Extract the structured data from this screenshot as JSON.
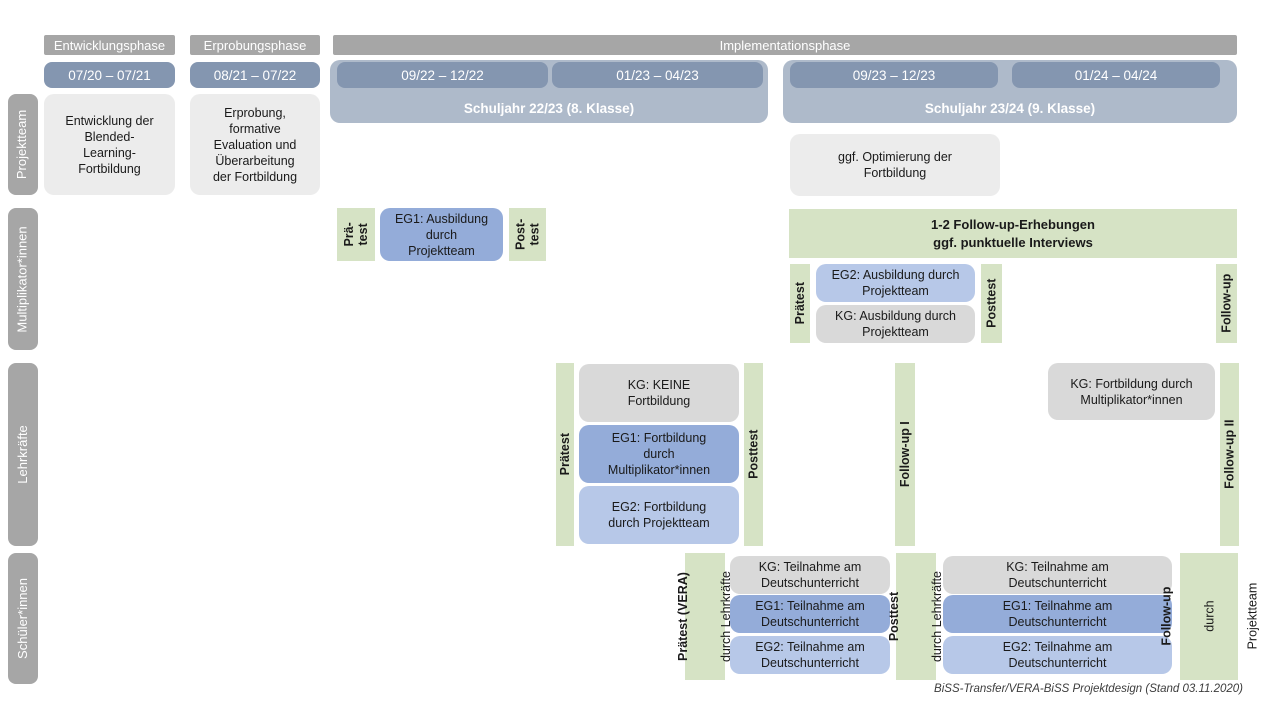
{
  "phases": {
    "entwicklung_label": "Entwicklungsphase",
    "erprobung_label": "Erprobungsphase",
    "implementation_label": "Implementationsphase",
    "date1": "07/20 – 07/21",
    "date2": "08/21 – 07/22",
    "date3": "09/22 – 12/22",
    "date4": "01/23 – 04/23",
    "date5": "09/23 – 12/23",
    "date6": "01/24 – 04/24",
    "schuljahr1": "Schuljahr 22/23 (8. Klasse)",
    "schuljahr2": "Schuljahr 23/24 (9. Klasse)"
  },
  "row_labels": {
    "projektteam": "Projektteam",
    "multiplikator": "Multiplikator*innen",
    "lehrkraefte": "Lehrkräfte",
    "schueler": "Schüler*innen"
  },
  "projektteam": {
    "entwicklung": "Entwicklung der\nBlended-\nLearning-\nFortbildung",
    "erprobung": "Erprobung,\nformative\nEvaluation und\nÜberarbeitung\nder Fortbildung",
    "optimierung": "ggf. Optimierung der\nFortbildung"
  },
  "multiplikator": {
    "praetest_short": "Prä-\ntest",
    "eg1": "EG1: Ausbildung\ndurch\nProjektteam",
    "posttest_short": "Post-\ntest",
    "followup_box": "1-2 Follow-up-Erhebungen\nggf. punktuelle Interviews",
    "praetest": "Prätest",
    "eg2": "EG2: Ausbildung durch\nProjektteam",
    "kg": "KG: Ausbildung durch\nProjektteam",
    "posttest": "Posttest",
    "followup": "Follow-up"
  },
  "lehrkraefte": {
    "praetest": "Prätest",
    "kg": "KG: KEINE\nFortbildung",
    "eg1": "EG1: Fortbildung\ndurch\nMultiplikator*innen",
    "eg2": "EG2: Fortbildung\ndurch Projektteam",
    "posttest": "Posttest",
    "followup1": "Follow-up I",
    "kg_multiplikator": "KG: Fortbildung durch\nMultiplikator*innen",
    "followup2": "Follow-up II"
  },
  "schueler": {
    "praetest_main": "Prätest (VERA)",
    "praetest_sub": "durch Lehrkräfte",
    "kg_left": "KG: Teilnahme am\nDeutschunterricht",
    "eg1_left": "EG1: Teilnahme am\nDeutschunterricht",
    "eg2_left": "EG2: Teilnahme am\nDeutschunterricht",
    "posttest_main": "Posttest",
    "posttest_sub": "durch Lehrkräfte",
    "kg_right": "KG: Teilnahme am\nDeutschunterricht",
    "eg1_right": "EG1: Teilnahme am\nDeutschunterricht",
    "eg2_right": "EG2: Teilnahme am\nDeutschunterricht",
    "followup_main": "Follow-up",
    "followup_sub1": "durch",
    "followup_sub2": "Projektteam"
  },
  "caption": "BiSS-Transfer/VERA-BiSS Projektdesign (Stand 03.11.2020)",
  "colors": {
    "header_gray": "#a6a6a6",
    "date_blue": "#8496b0",
    "banner_blue": "#aebaca",
    "box_lightgray": "#ececec",
    "kg_gray": "#d9d9d9",
    "eg1_blue": "#94acd9",
    "eg2_blue": "#b7c8e8",
    "test_green": "#d6e3c5"
  }
}
